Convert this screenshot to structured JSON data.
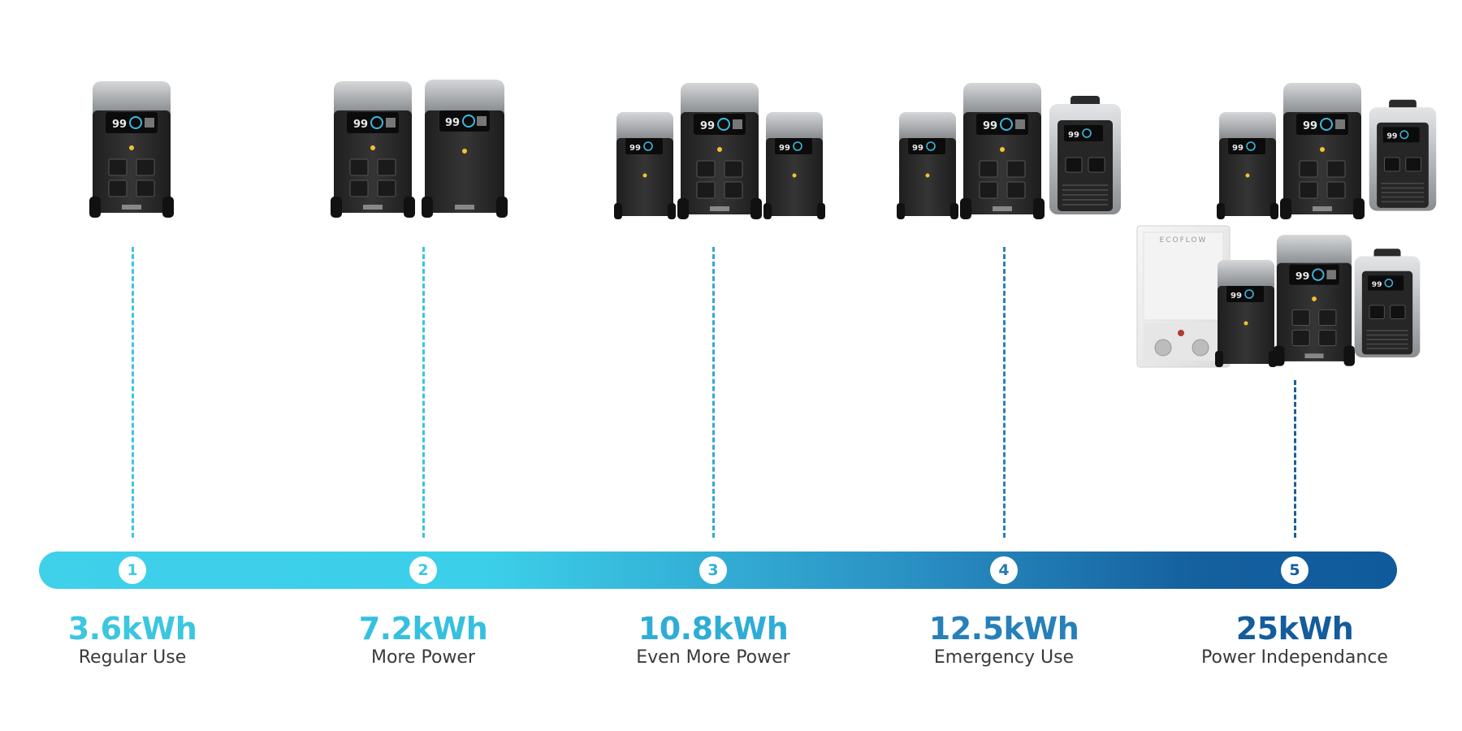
{
  "tiers": [
    {
      "step": "1",
      "capacity": "3.6kWh",
      "label": "Regular Use",
      "accent": "#3cc6e0"
    },
    {
      "step": "2",
      "capacity": "7.2kWh",
      "label": "More Power",
      "accent": "#36c0df"
    },
    {
      "step": "3",
      "capacity": "10.8kWh",
      "label": "Even More Power",
      "accent": "#2fadd6"
    },
    {
      "step": "4",
      "capacity": "12.5kWh",
      "label": "Emergency Use",
      "accent": "#2780b9"
    },
    {
      "step": "5",
      "capacity": "25kWh",
      "label": "Power Independance",
      "accent": "#145c9b"
    }
  ],
  "panel": {
    "brand": "ECOFLOW"
  },
  "colors": {
    "bar_start": "#3fd0ea",
    "bar_end": "#0f5a9c",
    "unit_body": "#2b2b2b",
    "unit_top": "#a9abad",
    "screen": "#0b0b0b",
    "accent_led": "#f2c230"
  }
}
